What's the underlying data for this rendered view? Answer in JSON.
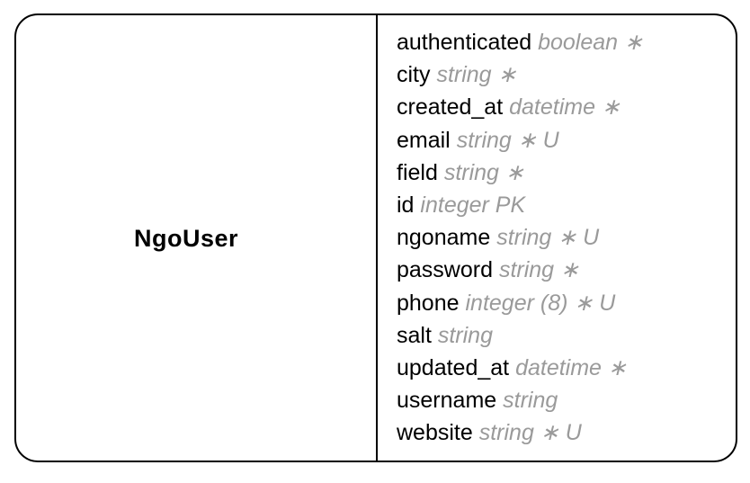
{
  "entity": {
    "name": "NgoUser",
    "attributes": [
      {
        "name": "authenticated",
        "type": "boolean ∗"
      },
      {
        "name": "city",
        "type": "string ∗"
      },
      {
        "name": "created_at",
        "type": "datetime ∗"
      },
      {
        "name": "email",
        "type": "string ∗ U"
      },
      {
        "name": "field",
        "type": "string ∗"
      },
      {
        "name": "id",
        "type": "integer PK"
      },
      {
        "name": "ngoname",
        "type": "string ∗ U"
      },
      {
        "name": "password",
        "type": "string ∗"
      },
      {
        "name": "phone",
        "type": "integer (8) ∗ U"
      },
      {
        "name": "salt",
        "type": "string"
      },
      {
        "name": "updated_at",
        "type": "datetime ∗"
      },
      {
        "name": "username",
        "type": "string"
      },
      {
        "name": "website",
        "type": "string ∗ U"
      }
    ]
  }
}
